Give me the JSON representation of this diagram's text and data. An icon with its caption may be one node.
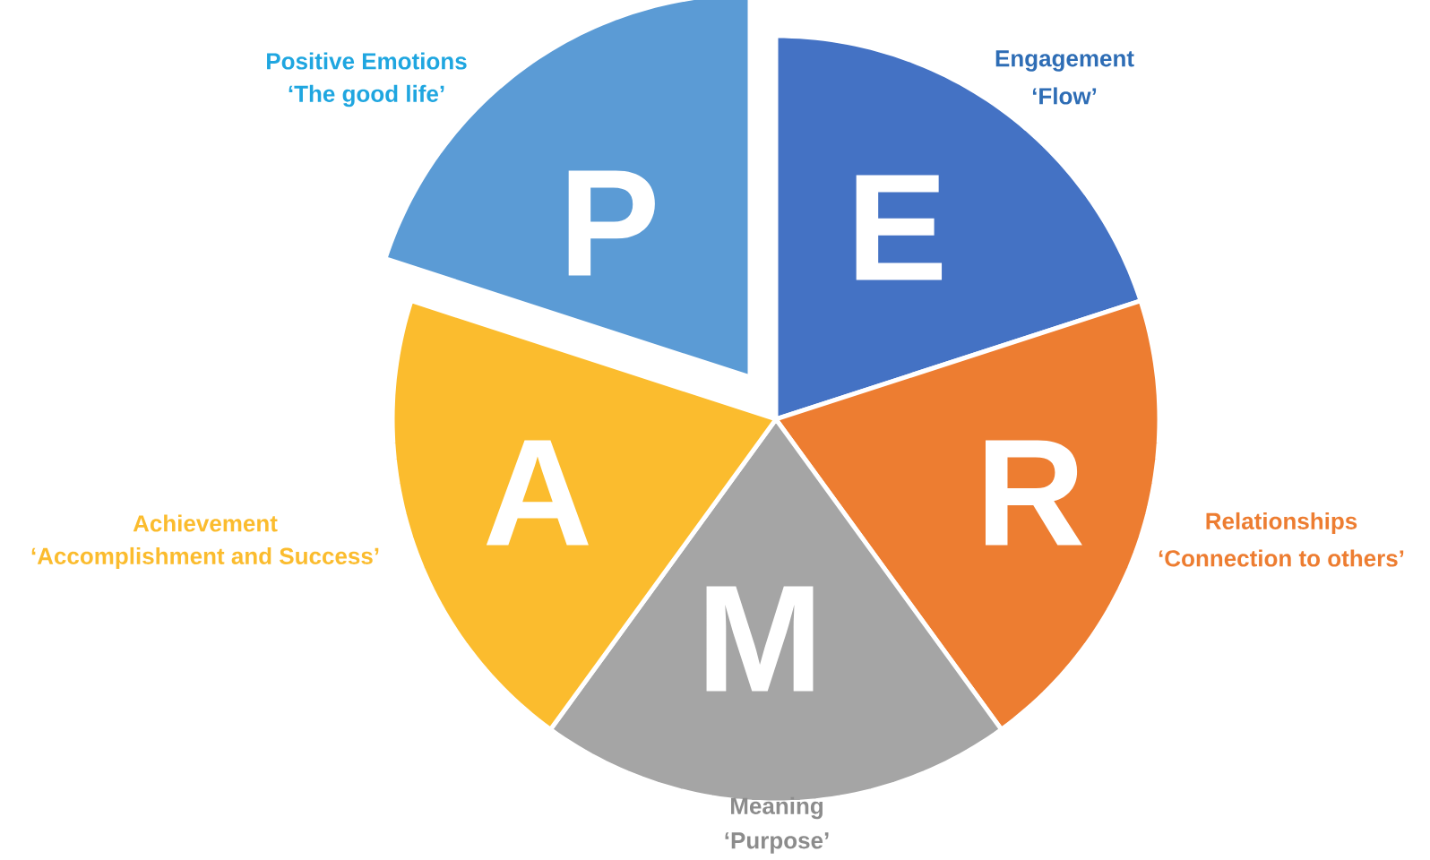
{
  "diagram": {
    "nodes": [
      {
        "text": [
          "P"
        ],
        "beside": [
          "Positive Emotions",
          "‘The good life’"
        ]
      },
      {
        "text": [
          "E"
        ],
        "beside": [
          "Engagement",
          "‘Flow’"
        ]
      },
      {
        "text": [
          "R"
        ],
        "beside": [
          "Relationships",
          "‘Connection to others’"
        ]
      },
      {
        "text": [
          "M"
        ],
        "beside": [
          "Meaning",
          "‘Purpose’"
        ]
      },
      {
        "text": [
          "A"
        ],
        "beside": [
          "Achievement",
          "‘Accomplishment and Success’"
        ]
      }
    ]
  }
}
